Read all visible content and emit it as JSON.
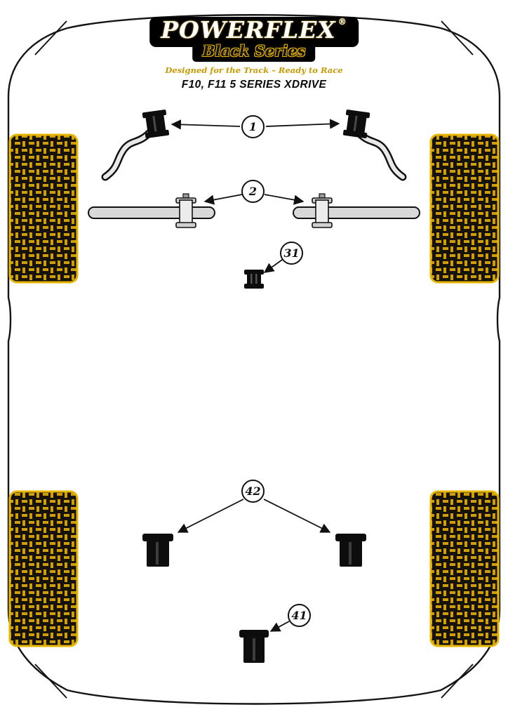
{
  "brand": {
    "logo_text": "POWERFLEX",
    "registered_mark": "®",
    "series_text": "Black Series",
    "tagline": "Designed for the Track – Ready to Race",
    "vehicle_title": "F10, F11 5 SERIES XDRIVE"
  },
  "colors": {
    "accent_yellow": "#E8B400",
    "weave_yellow": "#CF9F00",
    "outline_black": "#141414",
    "background": "#FFFFFF"
  },
  "diagram": {
    "callouts": [
      {
        "number": "1"
      },
      {
        "number": "2"
      },
      {
        "number": "31"
      },
      {
        "number": "42"
      },
      {
        "number": "41"
      }
    ]
  }
}
